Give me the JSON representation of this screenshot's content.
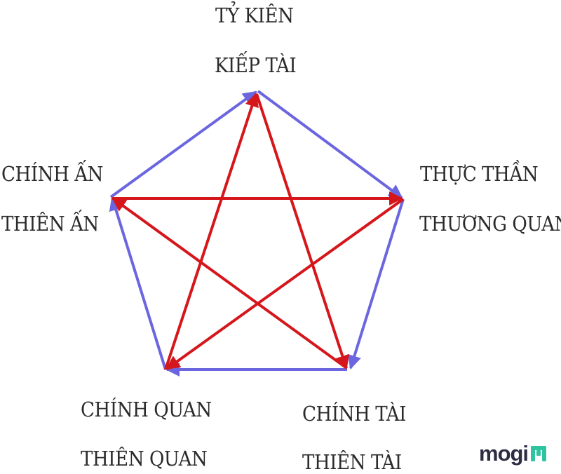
{
  "nodes": {
    "top": {
      "line1": "TỶ KIÊN",
      "line2": "KIẾP TÀI"
    },
    "right": {
      "line1": "THỰC THẦN",
      "line2": "THƯƠNG QUAN"
    },
    "bottom_right": {
      "line1": "CHÍNH TÀI",
      "line2": "THIÊN TÀI"
    },
    "bottom_left": {
      "line1": "CHÍNH QUAN",
      "line2": "THIÊN QUAN"
    },
    "left": {
      "line1": "CHÍNH ẤN",
      "line2": "THIÊN ẤN"
    }
  },
  "logo": {
    "text": "mogi",
    "mark": "M-mark-icon"
  },
  "colors": {
    "pentagon_arrow": "#6b66e0",
    "star_arrow": "#d5161b",
    "text": "#2b2b2b",
    "logo_text": "#2b2d42",
    "logo_mark": "#2ec4a2"
  }
}
